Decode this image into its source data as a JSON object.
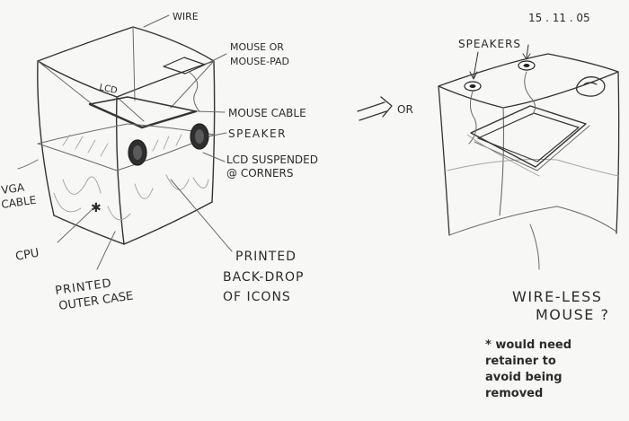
{
  "date": "15 . 11 . 05",
  "left_sketch": {
    "labels": {
      "wire": "WIRE",
      "mouse_pad_line1": "MOUSE OR",
      "mouse_pad_line2": "MOUSE-PAD",
      "lcd": "LCD",
      "mouse_cable": "MOUSE CABLE",
      "speaker": "SPEAKER",
      "lcd_suspended_line1": "LCD SUSPENDED",
      "lcd_suspended_line2": "@ CORNERS",
      "vga_line1": "VGA",
      "vga_line2": "CABLE",
      "cpu": "CPU",
      "outer_case_line1": "PRINTED",
      "outer_case_line2": "OUTER CASE",
      "backdrop_line1": "PRINTED",
      "backdrop_line2": "BACK-DROP",
      "backdrop_line3": "OF ICONS"
    }
  },
  "connector": {
    "or_label": "OR"
  },
  "right_sketch": {
    "labels": {
      "speakers": "SPEAKERS",
      "wireless_line1": "WIRE-LESS",
      "wireless_line2": "MOUSE ?",
      "note_line1": "* would need",
      "note_line2": "retainer to",
      "note_line3": "avoid being",
      "note_line4": "removed"
    }
  },
  "colors": {
    "paper": "#f7f7f5",
    "pencil": "#333333"
  }
}
